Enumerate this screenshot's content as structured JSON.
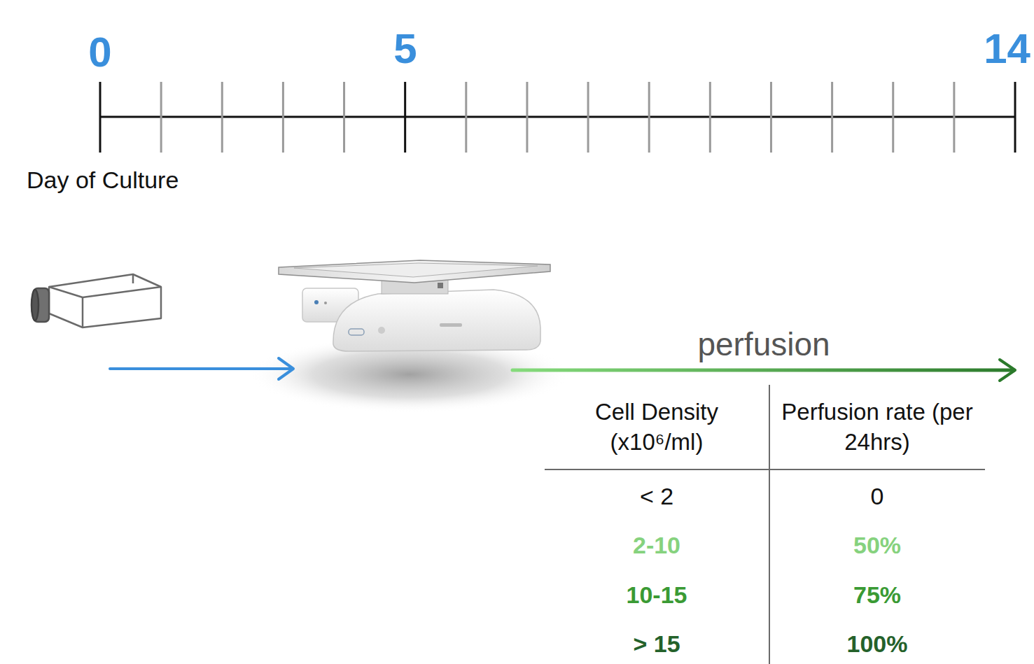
{
  "diagram": {
    "labels": [
      "0",
      "5",
      "14",
      "Day of Culture",
      "perfusion",
      "Cell Density (x10⁶/ml)",
      "Perfusion rate (per 24hrs)",
      "< 2",
      "0",
      "2-10",
      "50%",
      "10-15",
      "75%",
      "> 15",
      "100%"
    ]
  }
}
